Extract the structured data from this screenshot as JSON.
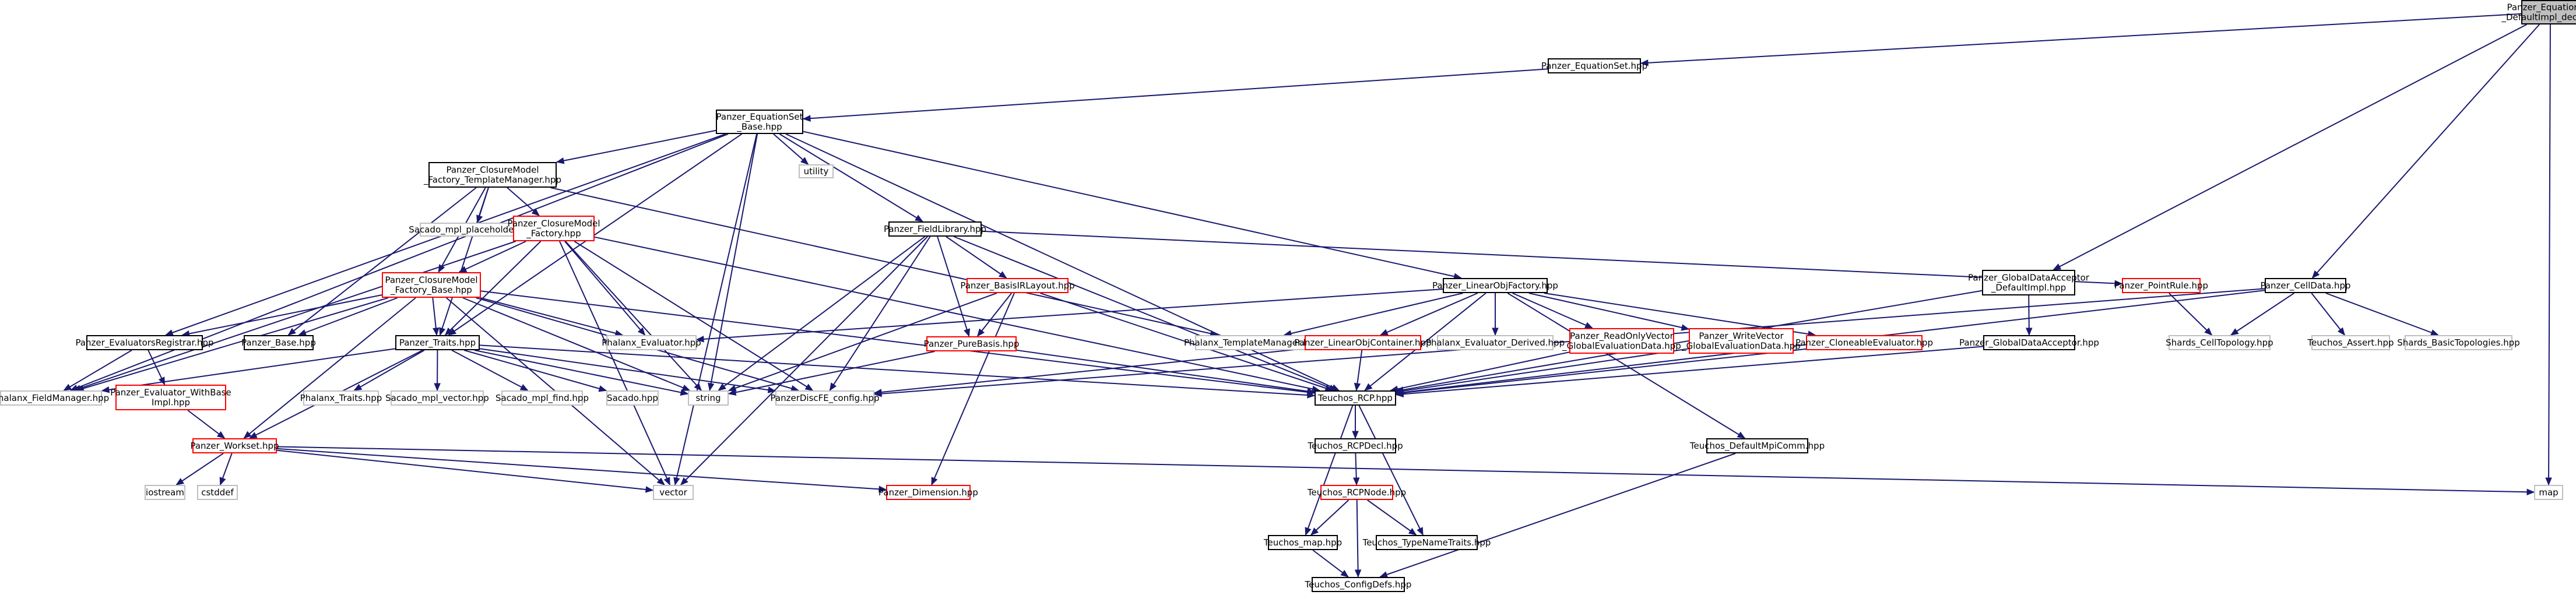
{
  "nodes": [
    {
      "id": "root",
      "lines": [
        "Panzer_EquationSet",
        "_DefaultImpl_decl.hpp"
      ],
      "style": "current"
    },
    {
      "id": "eqset",
      "lines": [
        "Panzer_EquationSet.hpp"
      ],
      "style": "black"
    },
    {
      "id": "eqsetbase",
      "lines": [
        "Panzer_EquationSet",
        "_Base.hpp"
      ],
      "style": "black"
    },
    {
      "id": "utility",
      "lines": [
        "utility"
      ],
      "style": "gray"
    },
    {
      "id": "cmftm",
      "lines": [
        "Panzer_ClosureModel",
        "_Factory_TemplateManager.hpp"
      ],
      "style": "black"
    },
    {
      "id": "sacadoplace",
      "lines": [
        "Sacado_mpl_placeholders.hpp"
      ],
      "style": "gray"
    },
    {
      "id": "cmf",
      "lines": [
        "Panzer_ClosureModel",
        "_Factory.hpp"
      ],
      "style": "red"
    },
    {
      "id": "cmfb",
      "lines": [
        "Panzer_ClosureModel",
        "_Factory_Base.hpp"
      ],
      "style": "red"
    },
    {
      "id": "fieldlib",
      "lines": [
        "Panzer_FieldLibrary.hpp"
      ],
      "style": "black"
    },
    {
      "id": "basisirl",
      "lines": [
        "Panzer_BasisIRLayout.hpp"
      ],
      "style": "red"
    },
    {
      "id": "purebasis",
      "lines": [
        "Panzer_PureBasis.hpp"
      ],
      "style": "red"
    },
    {
      "id": "linobjfac",
      "lines": [
        "Panzer_LinearObjFactory.hpp"
      ],
      "style": "black"
    },
    {
      "id": "gdadefault",
      "lines": [
        "Panzer_GlobalDataAcceptor",
        "_DefaultImpl.hpp"
      ],
      "style": "black"
    },
    {
      "id": "gda",
      "lines": [
        "Panzer_GlobalDataAcceptor.hpp"
      ],
      "style": "black"
    },
    {
      "id": "pointrule",
      "lines": [
        "Panzer_PointRule.hpp"
      ],
      "style": "red"
    },
    {
      "id": "celldata",
      "lines": [
        "Panzer_CellData.hpp"
      ],
      "style": "black"
    },
    {
      "id": "shardscell",
      "lines": [
        "Shards_CellTopology.hpp"
      ],
      "style": "gray"
    },
    {
      "id": "teuchosassert",
      "lines": [
        "Teuchos_Assert.hpp"
      ],
      "style": "gray"
    },
    {
      "id": "shardsbasic",
      "lines": [
        "Shards_BasicTopologies.hpp"
      ],
      "style": "gray"
    },
    {
      "id": "evalreg",
      "lines": [
        "Panzer_EvaluatorsRegistrar.hpp"
      ],
      "style": "black"
    },
    {
      "id": "panzerbase",
      "lines": [
        "Panzer_Base.hpp"
      ],
      "style": "black"
    },
    {
      "id": "traits",
      "lines": [
        "Panzer_Traits.hpp"
      ],
      "style": "black"
    },
    {
      "id": "phxeval",
      "lines": [
        "Phalanx_Evaluator.hpp"
      ],
      "style": "gray"
    },
    {
      "id": "phxtm",
      "lines": [
        "Phalanx_TemplateManager.hpp"
      ],
      "style": "gray"
    },
    {
      "id": "linobjcont",
      "lines": [
        "Panzer_LinearObjContainer.hpp"
      ],
      "style": "red"
    },
    {
      "id": "phxevalder",
      "lines": [
        "Phalanx_Evaluator_Derived.hpp"
      ],
      "style": "gray"
    },
    {
      "id": "readonly",
      "lines": [
        "Panzer_ReadOnlyVector",
        "_GlobalEvaluationData.hpp"
      ],
      "style": "red"
    },
    {
      "id": "writevec",
      "lines": [
        "Panzer_WriteVector",
        "_GlobalEvaluationData.hpp"
      ],
      "style": "red"
    },
    {
      "id": "cloneable",
      "lines": [
        "Panzer_CloneableEvaluator.hpp"
      ],
      "style": "red"
    },
    {
      "id": "phxfm",
      "lines": [
        "Phalanx_FieldManager.hpp"
      ],
      "style": "gray"
    },
    {
      "id": "evalwithbase",
      "lines": [
        "Panzer_Evaluator_WithBase",
        "Impl.hpp"
      ],
      "style": "red"
    },
    {
      "id": "phxtraits",
      "lines": [
        "Phalanx_Traits.hpp"
      ],
      "style": "gray"
    },
    {
      "id": "sacadovec",
      "lines": [
        "Sacado_mpl_vector.hpp"
      ],
      "style": "gray"
    },
    {
      "id": "sacadofind",
      "lines": [
        "Sacado_mpl_find.hpp"
      ],
      "style": "gray"
    },
    {
      "id": "sacado",
      "lines": [
        "Sacado.hpp"
      ],
      "style": "gray"
    },
    {
      "id": "string",
      "lines": [
        "string"
      ],
      "style": "gray"
    },
    {
      "id": "discfe",
      "lines": [
        "PanzerDiscFE_config.hpp"
      ],
      "style": "gray"
    },
    {
      "id": "rcp",
      "lines": [
        "Teuchos_RCP.hpp"
      ],
      "style": "black"
    },
    {
      "id": "workset",
      "lines": [
        "Panzer_Workset.hpp"
      ],
      "style": "red"
    },
    {
      "id": "iostream",
      "lines": [
        "iostream"
      ],
      "style": "gray"
    },
    {
      "id": "cstddef",
      "lines": [
        "cstddef"
      ],
      "style": "gray"
    },
    {
      "id": "vector",
      "lines": [
        "vector"
      ],
      "style": "gray"
    },
    {
      "id": "dimension",
      "lines": [
        "Panzer_Dimension.hpp"
      ],
      "style": "red"
    },
    {
      "id": "rcpdecl",
      "lines": [
        "Teuchos_RCPDecl.hpp"
      ],
      "style": "black"
    },
    {
      "id": "rcpnode",
      "lines": [
        "Teuchos_RCPNode.hpp"
      ],
      "style": "red"
    },
    {
      "id": "teuchosmap",
      "lines": [
        "Teuchos_map.hpp"
      ],
      "style": "black"
    },
    {
      "id": "typename",
      "lines": [
        "Teuchos_TypeNameTraits.hpp"
      ],
      "style": "black"
    },
    {
      "id": "configdefs",
      "lines": [
        "Teuchos_ConfigDefs.hpp"
      ],
      "style": "black"
    },
    {
      "id": "defmpicomm",
      "lines": [
        "Teuchos_DefaultMpiComm.hpp"
      ],
      "style": "black"
    },
    {
      "id": "map",
      "lines": [
        "map"
      ],
      "style": "gray"
    }
  ],
  "edges": [
    [
      "root",
      "eqset"
    ],
    [
      "root",
      "gdadefault"
    ],
    [
      "root",
      "celldata"
    ],
    [
      "root",
      "map"
    ],
    [
      "eqset",
      "eqsetbase"
    ],
    [
      "eqsetbase",
      "utility"
    ],
    [
      "eqsetbase",
      "cmftm"
    ],
    [
      "eqsetbase",
      "fieldlib"
    ],
    [
      "eqsetbase",
      "linobjfac"
    ],
    [
      "eqsetbase",
      "traits"
    ],
    [
      "eqsetbase",
      "evalreg"
    ],
    [
      "eqsetbase",
      "phxfm"
    ],
    [
      "eqsetbase",
      "string"
    ],
    [
      "eqsetbase",
      "vector"
    ],
    [
      "eqsetbase",
      "rcp"
    ],
    [
      "cmftm",
      "sacadoplace"
    ],
    [
      "cmftm",
      "cmf"
    ],
    [
      "cmftm",
      "cmfb"
    ],
    [
      "cmftm",
      "panzerbase"
    ],
    [
      "cmftm",
      "traits"
    ],
    [
      "cmftm",
      "phxtm"
    ],
    [
      "cmf",
      "cmfb"
    ],
    [
      "cmf",
      "traits"
    ],
    [
      "cmf",
      "phxeval"
    ],
    [
      "cmf",
      "phxfm"
    ],
    [
      "cmf",
      "string"
    ],
    [
      "cmf",
      "vector"
    ],
    [
      "cmf",
      "discfe"
    ],
    [
      "cmf",
      "rcp"
    ],
    [
      "cmfb",
      "panzerbase"
    ],
    [
      "cmfb",
      "traits"
    ],
    [
      "cmfb",
      "evalreg"
    ],
    [
      "cmfb",
      "phxeval"
    ],
    [
      "cmfb",
      "phxfm"
    ],
    [
      "cmfb",
      "string"
    ],
    [
      "cmfb",
      "vector"
    ],
    [
      "cmfb",
      "discfe"
    ],
    [
      "cmfb",
      "rcp"
    ],
    [
      "cmfb",
      "workset"
    ],
    [
      "fieldlib",
      "basisirl"
    ],
    [
      "fieldlib",
      "purebasis"
    ],
    [
      "fieldlib",
      "pointrule"
    ],
    [
      "fieldlib",
      "discfe"
    ],
    [
      "fieldlib",
      "string"
    ],
    [
      "fieldlib",
      "vector"
    ],
    [
      "fieldlib",
      "rcp"
    ],
    [
      "basisirl",
      "purebasis"
    ],
    [
      "basisirl",
      "string"
    ],
    [
      "basisirl",
      "rcp"
    ],
    [
      "basisirl",
      "dimension"
    ],
    [
      "purebasis",
      "string"
    ],
    [
      "purebasis",
      "rcp"
    ],
    [
      "linobjfac",
      "phxtm"
    ],
    [
      "linobjfac",
      "linobjcont"
    ],
    [
      "linobjfac",
      "phxevalder"
    ],
    [
      "linobjfac",
      "readonly"
    ],
    [
      "linobjfac",
      "writevec"
    ],
    [
      "linobjfac",
      "cloneable"
    ],
    [
      "linobjfac",
      "phxeval"
    ],
    [
      "linobjfac",
      "rcp"
    ],
    [
      "linobjfac",
      "defmpicomm"
    ],
    [
      "linobjcont",
      "discfe"
    ],
    [
      "linobjcont",
      "rcp"
    ],
    [
      "readonly",
      "rcp"
    ],
    [
      "writevec",
      "rcp"
    ],
    [
      "cloneable",
      "rcp"
    ],
    [
      "gdadefault",
      "gda"
    ],
    [
      "gdadefault",
      "rcp"
    ],
    [
      "gda",
      "rcp"
    ],
    [
      "pointrule",
      "shardscell"
    ],
    [
      "celldata",
      "shardscell"
    ],
    [
      "celldata",
      "teuchosassert"
    ],
    [
      "celldata",
      "shardsbasic"
    ],
    [
      "celldata",
      "rcp"
    ],
    [
      "celldata",
      "discfe"
    ],
    [
      "evalreg",
      "evalwithbase"
    ],
    [
      "evalreg",
      "phxfm"
    ],
    [
      "evalwithbase",
      "workset"
    ],
    [
      "traits",
      "phxtraits"
    ],
    [
      "traits",
      "sacadovec"
    ],
    [
      "traits",
      "sacadofind"
    ],
    [
      "traits",
      "sacado"
    ],
    [
      "traits",
      "string"
    ],
    [
      "traits",
      "discfe"
    ],
    [
      "traits",
      "workset"
    ],
    [
      "traits",
      "phxfm"
    ],
    [
      "traits",
      "rcp"
    ],
    [
      "workset",
      "iostream"
    ],
    [
      "workset",
      "cstddef"
    ],
    [
      "workset",
      "vector"
    ],
    [
      "workset",
      "dimension"
    ],
    [
      "workset",
      "map"
    ],
    [
      "rcp",
      "rcpdecl"
    ],
    [
      "rcp",
      "teuchosmap"
    ],
    [
      "rcp",
      "typename"
    ],
    [
      "rcpdecl",
      "rcpnode"
    ],
    [
      "rcpnode",
      "teuchosmap"
    ],
    [
      "rcpnode",
      "typename"
    ],
    [
      "rcpnode",
      "configdefs"
    ],
    [
      "teuchosmap",
      "configdefs"
    ],
    [
      "defmpicomm",
      "configdefs"
    ]
  ],
  "colors": {
    "edge": "#191970",
    "black_border": "#000000",
    "red_border": "#ff0000",
    "gray_border": "#bfbfbf",
    "current_fill": "#bfbfbf",
    "fill": "#ffffff"
  }
}
